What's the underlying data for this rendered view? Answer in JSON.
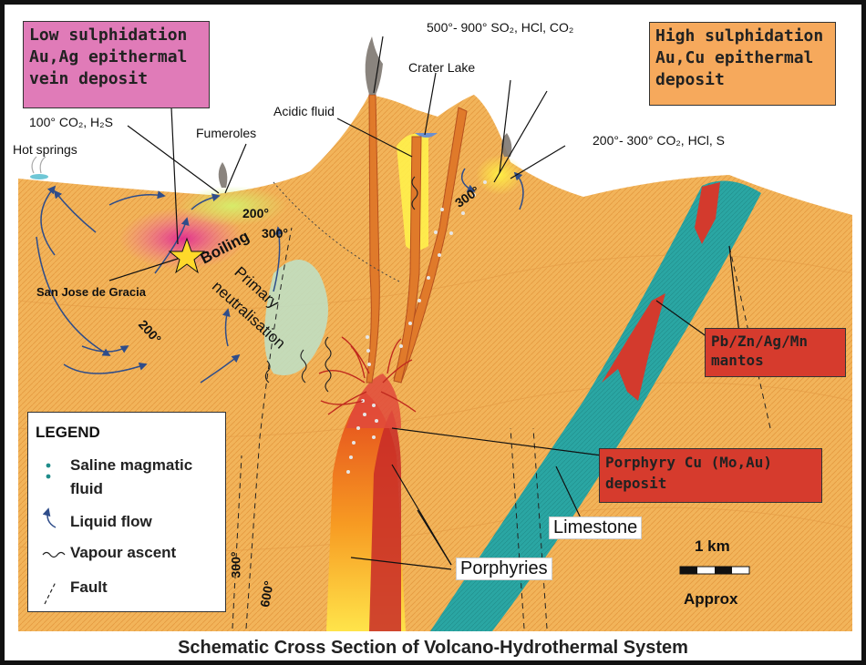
{
  "boxes": {
    "low_sulphidation": [
      "Low sulphidation",
      "Au,Ag epithermal",
      "vein deposit"
    ],
    "high_sulphidation": [
      "High sulphidation",
      "Au,Cu epithermal",
      "deposit"
    ],
    "mantos": [
      "Pb/Zn/Ag/Mn",
      "mantos"
    ],
    "porphyry": [
      "Porphyry Cu (Mo,Au)",
      "deposit"
    ]
  },
  "labels": {
    "gas_top": "500°- 900° SO₂, HCl, CO₂",
    "crater_lake": "Crater Lake",
    "acidic_fluid": "Acidic fluid",
    "fumeroles": "Fumeroles",
    "co2_h2s": "100° CO₂, H₂S",
    "hot_springs": "Hot springs",
    "gas_right": "200°- 300° CO₂, HCl, S",
    "t200_a": "200°",
    "t300_a": "300°",
    "t300_b": "300°",
    "t200_b": "200°",
    "t300_c": "300°",
    "t600": "600°",
    "boiling": "Boiling",
    "primary": "Primary",
    "neutralisation": "neutralisation",
    "san_jose": "San Jose de Gracia",
    "limestone": "Limestone",
    "porphyries": "Porphyries",
    "scale": "1 km",
    "approx": "Approx"
  },
  "legend": {
    "title": "LEGEND",
    "items": [
      "Saline magmatic",
      "fluid",
      "Liquid flow",
      "Vapour ascent",
      "Fault"
    ]
  },
  "caption": "Schematic Cross Section of Volcano-Hydrothermal System",
  "colors": {
    "ground": "#f2b45a",
    "limestone": "#2aa6a3",
    "porphyry_red": "#d7352a",
    "pink_box": "#e07bb8",
    "orange_box": "#f6a95c",
    "red_box": "#d63b2d"
  }
}
